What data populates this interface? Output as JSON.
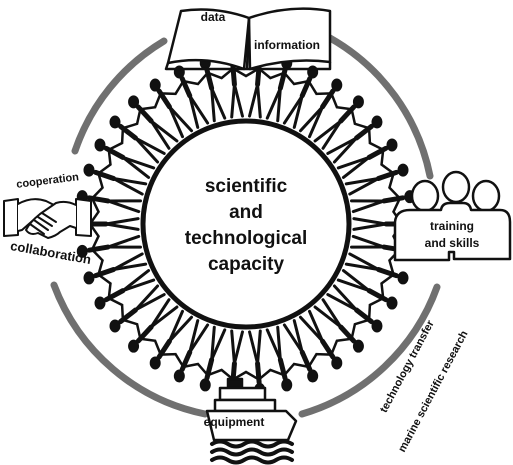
{
  "diagram": {
    "center_lines": [
      "scientific",
      "and",
      "technological",
      "capacity"
    ],
    "book": {
      "left_text": "data",
      "right_text": "information"
    },
    "handshake": {
      "top_text": "cooperation",
      "bottom_text": "collaboration"
    },
    "training": {
      "lines": [
        "training",
        "and skills"
      ]
    },
    "ship": {
      "text": "equipment"
    },
    "side_labels": [
      "technology transfer",
      "marine scientific research"
    ]
  },
  "colors": {
    "ring": "#707070",
    "ink": "#111111",
    "background": "#ffffff"
  },
  "icons": [
    "open-book-icon",
    "handshake-icon",
    "people-icon",
    "ship-icon",
    "human-chain-icon"
  ]
}
